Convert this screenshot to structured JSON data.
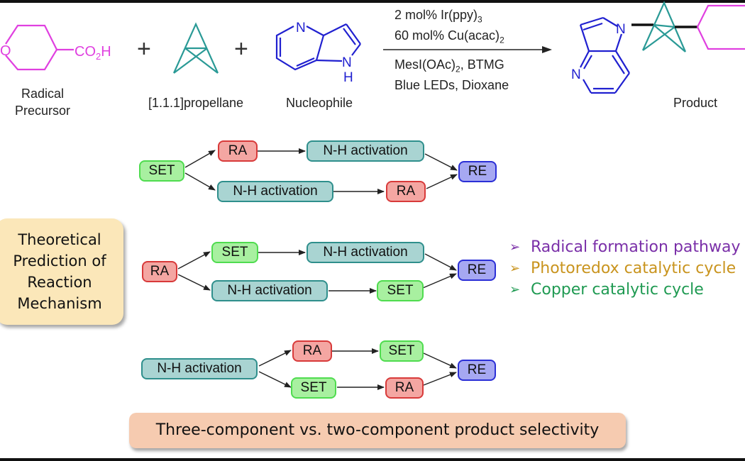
{
  "scheme": {
    "reactants": {
      "radical_precursor": {
        "formula_suffix": "CO",
        "formula_sub": "2",
        "formula_end": "H",
        "ring_atom": "O",
        "label_line1": "Radical",
        "label_line2": "Precursor"
      },
      "propellane": {
        "label": "[1.1.1]propellane"
      },
      "nucleophile": {
        "atom_n_ring": "N",
        "atom_nh_n": "N",
        "atom_nh_h": "H",
        "label": "Nucleophile"
      },
      "plus_1": "+",
      "plus_2": "+"
    },
    "conditions": {
      "above_line1_pre": "2 mol% Ir(ppy)",
      "above_line1_sub": "3",
      "above_line2_pre": "60 mol% Cu(acac)",
      "above_line2_sub": "2",
      "below_line1_pre": "MesI(OAc)",
      "below_line1_sub": "2",
      "below_line1_post": ", BTMG",
      "below_line2": "Blue LEDs, Dioxane"
    },
    "product": {
      "atom_n1": "N",
      "atom_n2": "N",
      "label": "Product"
    }
  },
  "colors": {
    "precursor": "#e040e0",
    "propellane": "#2a9a96",
    "nucleophile": "#2020d0",
    "set_fill": "#a8f0a0",
    "ra_fill": "#f4a6a2",
    "nh_fill": "#a9d4d2",
    "re_fill": "#a6a8f2"
  },
  "pathways": [
    {
      "start": "SET",
      "upper": [
        "RA",
        "N-H activation"
      ],
      "lower": [
        "N-H activation",
        "RA"
      ],
      "end": "RE"
    },
    {
      "start": "RA",
      "upper": [
        "SET",
        "N-H activation"
      ],
      "lower": [
        "N-H activation",
        "SET"
      ],
      "end": "RE"
    },
    {
      "start": "N-H activation",
      "upper": [
        "RA",
        "SET"
      ],
      "lower": [
        "SET",
        "RA"
      ],
      "end": "RE"
    }
  ],
  "theory_box": {
    "lines": [
      "Theoretical",
      "Prediction of",
      "Reaction",
      "Mechanism"
    ]
  },
  "legend": {
    "bullet": "➢",
    "items": [
      {
        "text": "Radical formation pathway",
        "color": "#7a2fa8"
      },
      {
        "text": "Photoredox catalytic cycle",
        "color": "#c9941e"
      },
      {
        "text": "Copper catalytic cycle",
        "color": "#1f9a52"
      }
    ]
  },
  "bottom_box": {
    "text": "Three-component vs. two-component product selectivity"
  }
}
